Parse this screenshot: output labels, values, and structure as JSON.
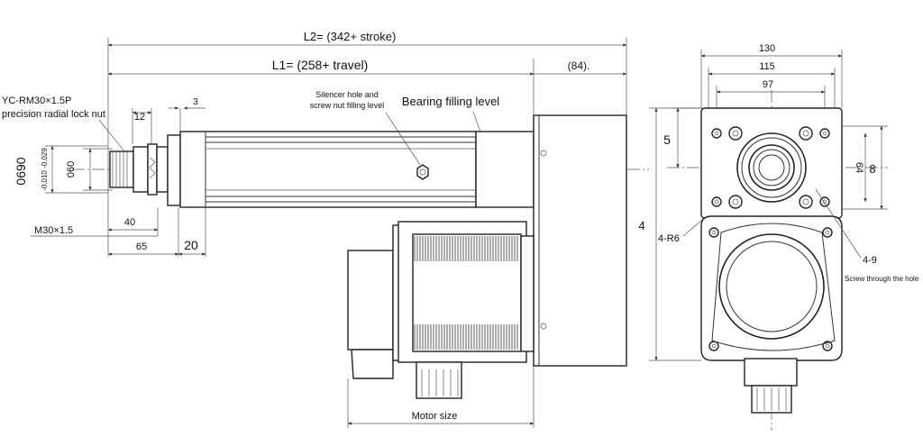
{
  "drawing": {
    "dimensions": {
      "l2": "L2= (342+ stroke)",
      "l1": "L1= (258+ travel)",
      "d84": "(84).",
      "d12": "12",
      "d3": "3",
      "d40": "40",
      "d65": "65",
      "d20": "20",
      "d60": "060",
      "d90": "0690",
      "tol": "-0.010 -0.029",
      "d130": "130",
      "d115": "115",
      "d97": "97",
      "d5": "5",
      "d64": "64",
      "d8": "8",
      "d4": "4",
      "r6": "4-R6",
      "h49": "4-9"
    },
    "labels": {
      "lock_nut_1": "YC-RM30×1.5P",
      "lock_nut_2": "precision radial lock nut",
      "thread": "M30×1.5",
      "silencer_1": "Silencer hole and",
      "silencer_2": "screw nut filling level",
      "bearing": "Bearing filling level",
      "motor_size": "Motor size",
      "screw_hole": "Screw through the hole"
    }
  }
}
